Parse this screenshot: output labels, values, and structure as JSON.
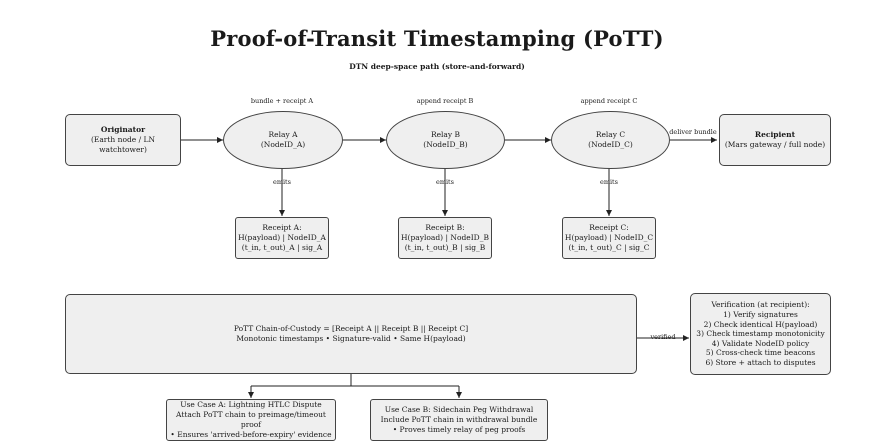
{
  "title": "Proof-of-Transit Timestamping (PoTT)",
  "subtitle": "DTN deep-space path (store-and-forward)",
  "originator": {
    "name": "Originator",
    "detail": "(Earth node / LN watchtower)"
  },
  "relays": [
    {
      "name": "Relay A",
      "id": "(NodeID_A)",
      "edge_label": "bundle + receipt A"
    },
    {
      "name": "Relay B",
      "id": "(NodeID_B)",
      "edge_label": "append receipt B"
    },
    {
      "name": "Relay C",
      "id": "(NodeID_C)",
      "edge_label": "append receipt C"
    }
  ],
  "deliver_label": "deliver bundle",
  "recipient": {
    "name": "Recipient",
    "detail": "(Mars gateway / full node)"
  },
  "emits_label": "emits",
  "receipts": [
    {
      "line1": "Receipt A:",
      "line2": "H(payload) | NodeID_A",
      "line3": "(t_in, t_out)_A | sig_A"
    },
    {
      "line1": "Receipt B:",
      "line2": "H(payload) | NodeID_B",
      "line3": "(t_in, t_out)_B | sig_B"
    },
    {
      "line1": "Receipt C:",
      "line2": "H(payload) | NodeID_C",
      "line3": "(t_in, t_out)_C | sig_C"
    }
  ],
  "chain": {
    "line1": "PoTT Chain-of-Custody = [Receipt A || Receipt B || Receipt C]",
    "line2": "Monotonic timestamps • Signature-valid • Same H(payload)"
  },
  "verified_label": "verified",
  "verification": {
    "title": "Verification (at recipient):",
    "steps": [
      "1) Verify signatures",
      "2) Check identical H(payload)",
      "3) Check timestamp monotonicity",
      "4) Validate NodeID policy",
      "5) Cross-check time beacons",
      "6) Store + attach to disputes"
    ]
  },
  "use_cases": [
    {
      "title": "Use Case A: Lightning HTLC Dispute",
      "line2": "Attach PoTT chain to preimage/timeout proof",
      "line3": "• Ensures 'arrived-before-expiry' evidence"
    },
    {
      "title": "Use Case B: Sidechain Peg Withdrawal",
      "line2": "Include PoTT chain in withdrawal bundle",
      "line3": "• Proves timely relay of peg proofs"
    }
  ]
}
